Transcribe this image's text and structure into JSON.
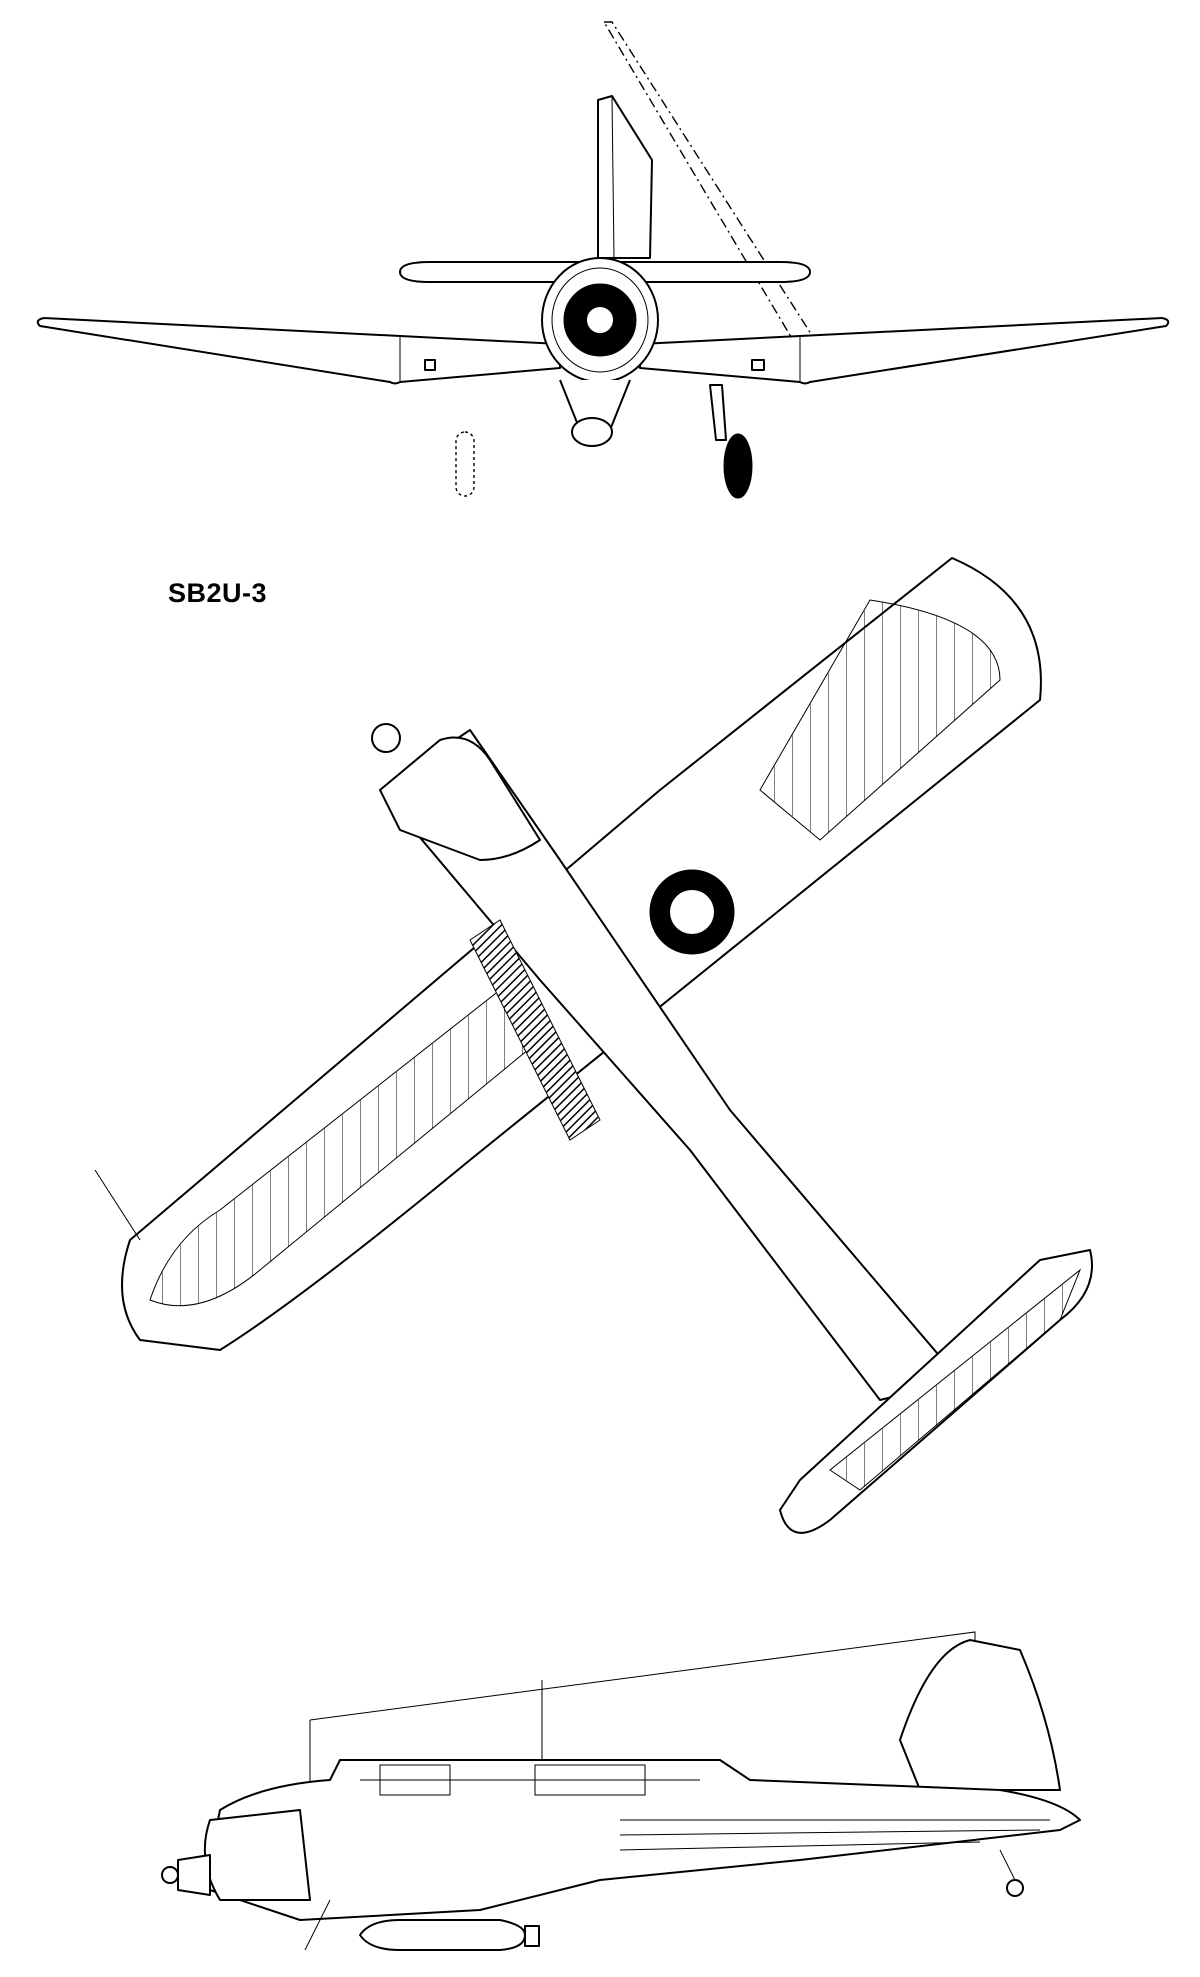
{
  "diagram": {
    "designation": "SB2U-3",
    "views": [
      {
        "name": "front-view"
      },
      {
        "name": "plan-view"
      },
      {
        "name": "side-view"
      }
    ]
  }
}
